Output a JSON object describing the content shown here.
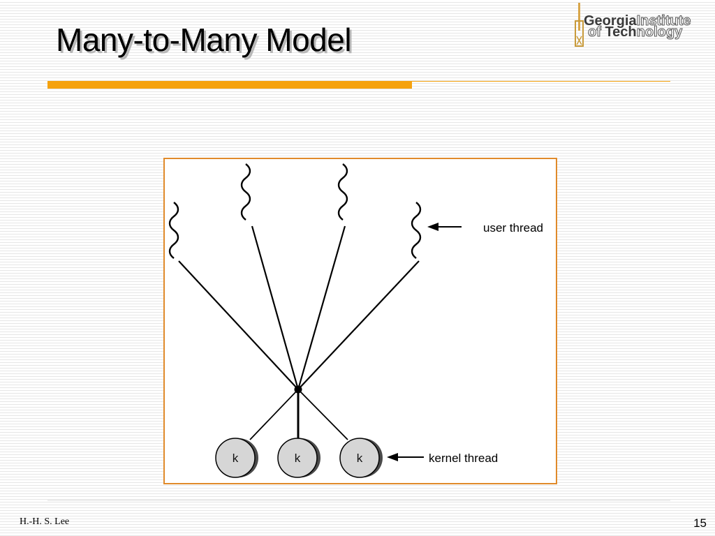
{
  "slide": {
    "title": "Many-to-Many Model",
    "author": "H.-H. S. Lee",
    "page_number": "15"
  },
  "logo": {
    "line1_bold": "Georgia",
    "line1_outline": "Institute",
    "line2_outline_a": "of ",
    "line2_bold": "Tech",
    "line2_outline_b": "nology"
  },
  "figure": {
    "user_thread_label": "user thread",
    "kernel_thread_label": "kernel thread",
    "kernel_labels": [
      "k",
      "k",
      "k"
    ]
  },
  "colors": {
    "accent_orange": "#f5a20e",
    "figure_border": "#e08a2a"
  }
}
